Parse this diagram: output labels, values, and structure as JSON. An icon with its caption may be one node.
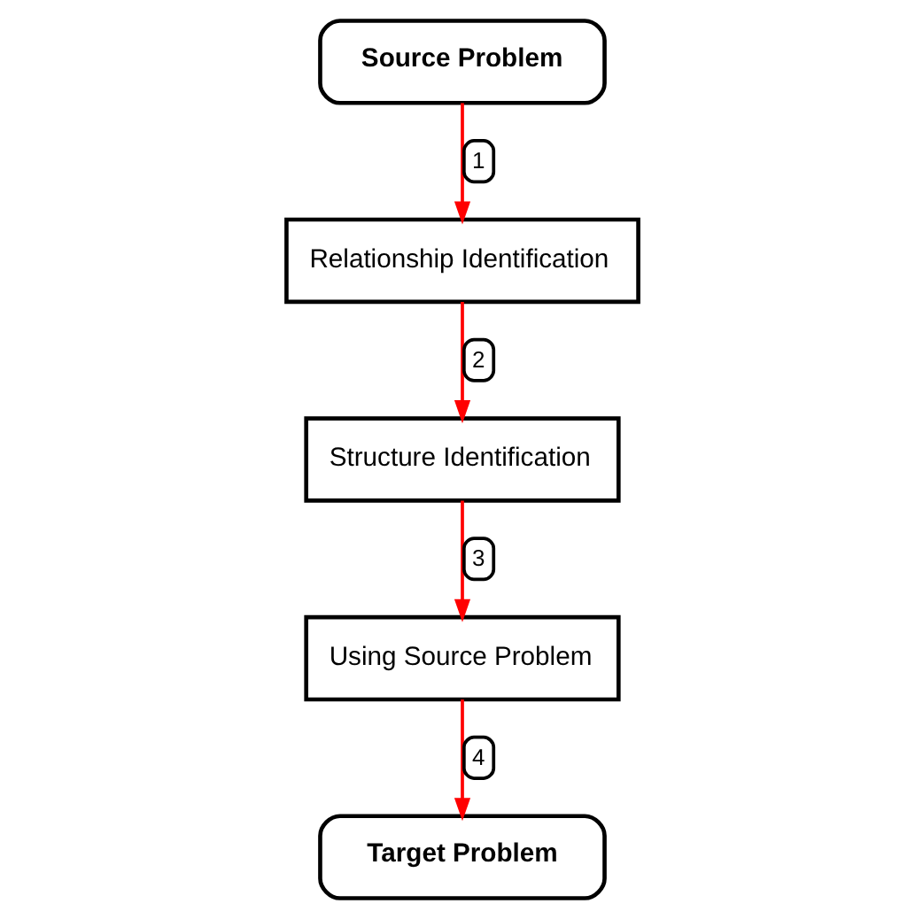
{
  "diagram": {
    "nodes": [
      {
        "text": [
          "Source Problem"
        ]
      },
      {
        "text": [
          "Relationship Identification"
        ]
      },
      {
        "text": [
          "Structure Identification"
        ]
      },
      {
        "text": [
          "Using Source Problem"
        ]
      },
      {
        "text": [
          "Target Problem"
        ]
      }
    ],
    "edges": [
      {
        "from": 0,
        "to": 1,
        "arrow": "to",
        "label": "1"
      },
      {
        "from": 1,
        "to": 2,
        "arrow": "to",
        "label": "2"
      },
      {
        "from": 2,
        "to": 3,
        "arrow": "to",
        "label": "3"
      },
      {
        "from": 3,
        "to": 4,
        "arrow": "to",
        "label": "4"
      }
    ]
  }
}
